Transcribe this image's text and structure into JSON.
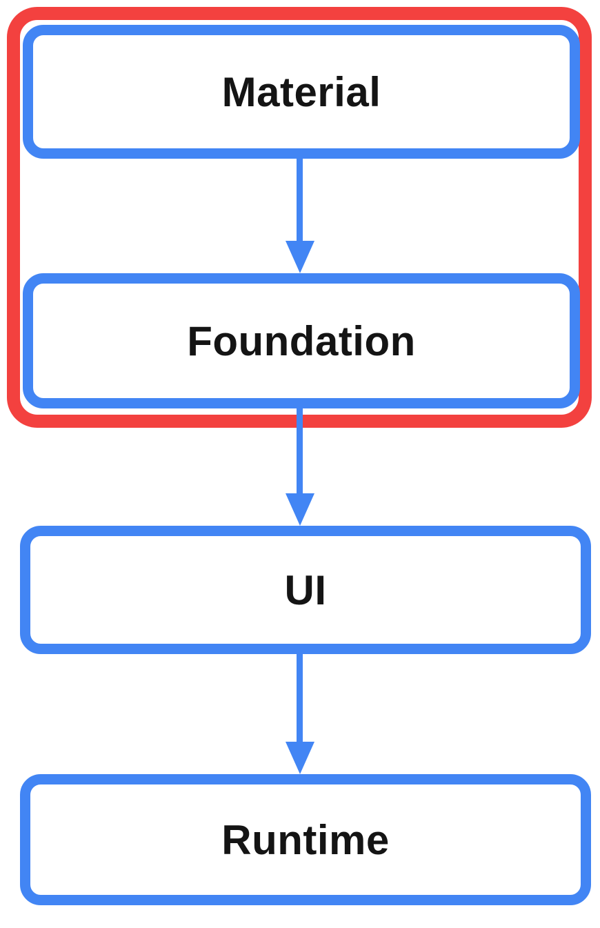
{
  "diagram": {
    "type": "vertical-flowchart",
    "nodes": [
      {
        "id": "material",
        "label": "Material"
      },
      {
        "id": "foundation",
        "label": "Foundation"
      },
      {
        "id": "ui",
        "label": "UI"
      },
      {
        "id": "runtime",
        "label": "Runtime"
      }
    ],
    "edges": [
      {
        "from": "material",
        "to": "foundation"
      },
      {
        "from": "foundation",
        "to": "ui"
      },
      {
        "from": "ui",
        "to": "runtime"
      }
    ],
    "highlight_group": {
      "members": [
        "material",
        "foundation"
      ],
      "border_color": "#f3413f"
    },
    "colors": {
      "node_border": "#4285f4",
      "arrow": "#4285f4",
      "highlight_border": "#f3413f",
      "text": "#141414",
      "background": "#ffffff"
    }
  }
}
